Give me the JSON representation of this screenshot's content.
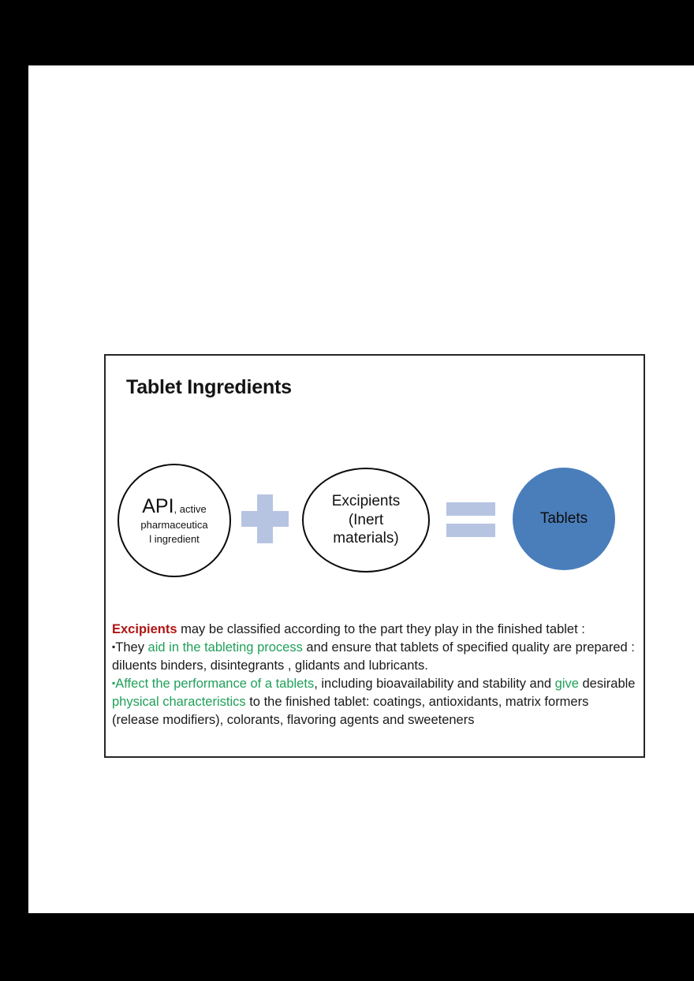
{
  "page": {
    "background_color": "#000000",
    "sheet_color": "#ffffff"
  },
  "slide": {
    "title": "Tablet Ingredients",
    "border_color": "#262626",
    "diagram": {
      "api": {
        "label_main": "API",
        "label_sub": ", active",
        "label_line2_a": "pharmaceutica",
        "label_line2_b": "l ingredient",
        "shape": "circle",
        "fill": "#ffffff",
        "stroke": "#0a0a0a"
      },
      "operator_plus": {
        "symbol": "plus",
        "color": "#b6c4e2"
      },
      "excipients": {
        "line1": "Excipients",
        "line2": "(Inert",
        "line3": "materials)",
        "shape": "ellipse",
        "fill": "#ffffff",
        "stroke": "#0a0a0a"
      },
      "operator_equals": {
        "symbol": "equals",
        "color": "#b6c4e2"
      },
      "tablets": {
        "label": "Tablets",
        "shape": "circle",
        "fill": "#4a7ebb",
        "text_color": "#0d0d0d"
      }
    },
    "body": {
      "colors": {
        "red": "#b01513",
        "green": "#21a05a",
        "text": "#1a1a1a"
      },
      "para1": {
        "lead": "Excipients",
        "rest": " may be classified according to the part they play in the finished tablet :"
      },
      "para2": {
        "bullet": "▪",
        "seg1": "They ",
        "seg2_green": "aid in the tableting process",
        "seg3": " and ensure that tablets of specified quality are prepared : diluents binders, disintegrants , glidants and lubricants."
      },
      "para3": {
        "bullet": "▪",
        "seg1_green": "Affect the performance of a tablets",
        "seg2": ", including bioavailability and stability and ",
        "seg3_green": "give",
        "seg4": " desirable ",
        "seg5_green": "physical characteristics",
        "seg6": " to the finished tablet: coatings, antioxidants, matrix formers (release modifiers), colorants, flavoring agents and sweeteners"
      }
    }
  }
}
